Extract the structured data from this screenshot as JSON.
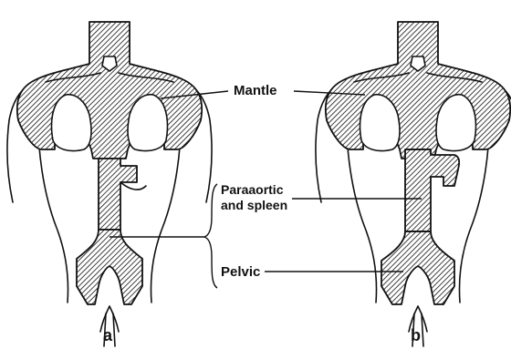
{
  "labels": {
    "mantle": "Mantle",
    "paraaortic_line1": "Paraaortic",
    "paraaortic_line2": "and spleen",
    "pelvic": "Pelvic"
  },
  "panels": {
    "a": "a",
    "b": "b"
  }
}
